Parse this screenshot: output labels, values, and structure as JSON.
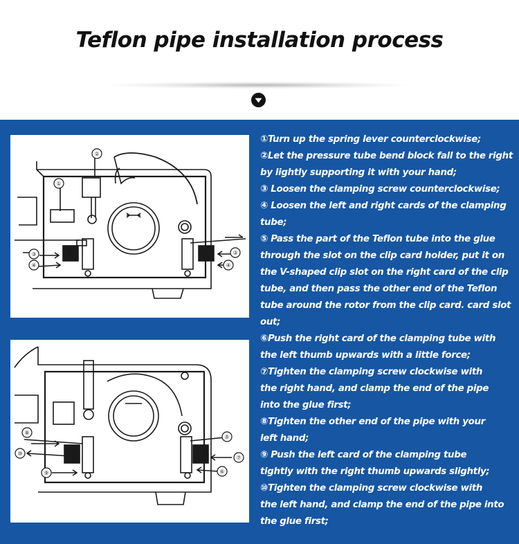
{
  "header": {
    "title": "Teflon pipe installation process"
  },
  "colors": {
    "panel_background": "#1656a3",
    "text_on_panel": "#ffffff",
    "title_text": "#111111"
  },
  "figures": [
    {
      "callouts": [
        "①",
        "②",
        "③",
        "③",
        "④",
        "④"
      ]
    },
    {
      "callouts": [
        "⑧",
        "⑩",
        "⑨",
        "⑤",
        "⑦",
        "⑥"
      ]
    }
  ],
  "steps": [
    "①Turn up the spring lever counterclockwise;",
    "②Let the pressure tube bend block fall to the right\n by lightly supporting it with your hand;",
    "③ Loosen the clamping screw counterclockwise;",
    "④ Loosen the left and right cards of the clamping\n tube;",
    "⑤ Pass the part of the Teflon tube into the glue\nthrough the slot on the clip card holder, put it on\nthe V-shaped clip slot on the right card of the clip\n tube, and then pass the other end of the Teflon\ntube around the rotor from the clip card. card slot\nout;",
    "⑥Push the right card of the clamping tube with\nthe left thumb upwards with a little force;",
    "⑦Tighten the clamping screw clockwise with\nthe right hand, and clamp the end of the pipe\ninto the glue first;",
    "⑧Tighten the other end of the pipe with your\nleft hand;",
    "⑨ Push the left card of the clamping tube\ntightly with the right thumb upwards slightly;",
    "⑩Tighten the clamping screw clockwise with\nthe left hand, and clamp the end of the pipe into\nthe glue first;"
  ]
}
